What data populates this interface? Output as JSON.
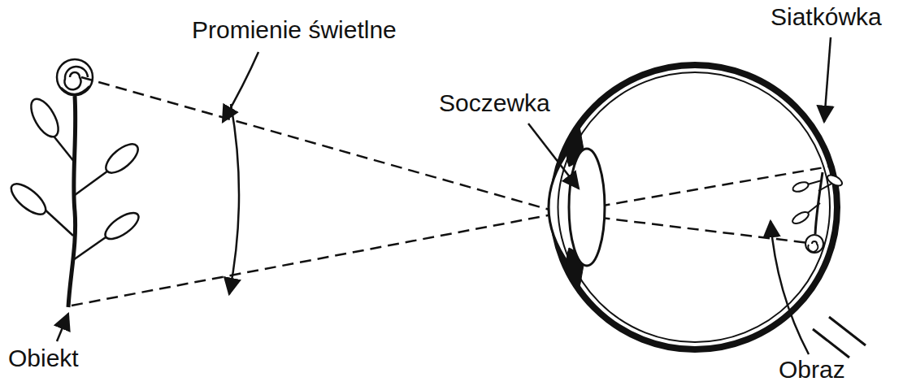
{
  "diagram": {
    "labels": [
      "Siatkówka",
      "Promienie świetlne",
      "Soczewka",
      "Obiekt",
      "Obraz"
    ]
  }
}
